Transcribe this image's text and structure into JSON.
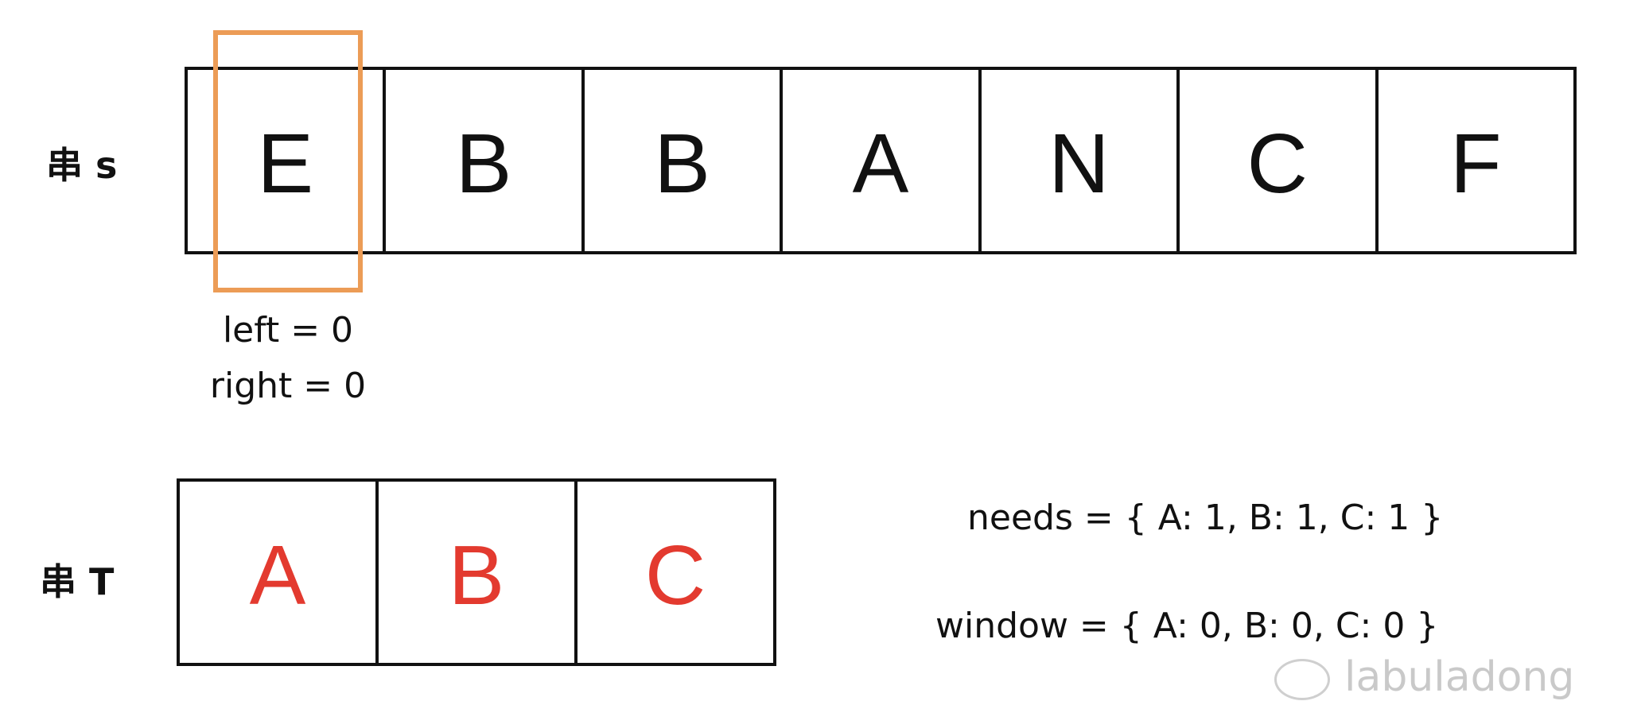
{
  "string_s": {
    "label": "串 s",
    "cells": [
      "E",
      "B",
      "B",
      "A",
      "N",
      "C",
      "F"
    ],
    "highlight_color": "#ec9c56"
  },
  "pointers": {
    "left": "left = 0",
    "right": "right = 0"
  },
  "string_t": {
    "label": "串 T",
    "cells": [
      "A",
      "B",
      "C"
    ],
    "text_color": "#e33a2f"
  },
  "needs": "needs = { A: 1, B: 1, C: 1 }",
  "window": "window = { A: 0, B: 0, C: 0 }",
  "watermark": "labuladong"
}
